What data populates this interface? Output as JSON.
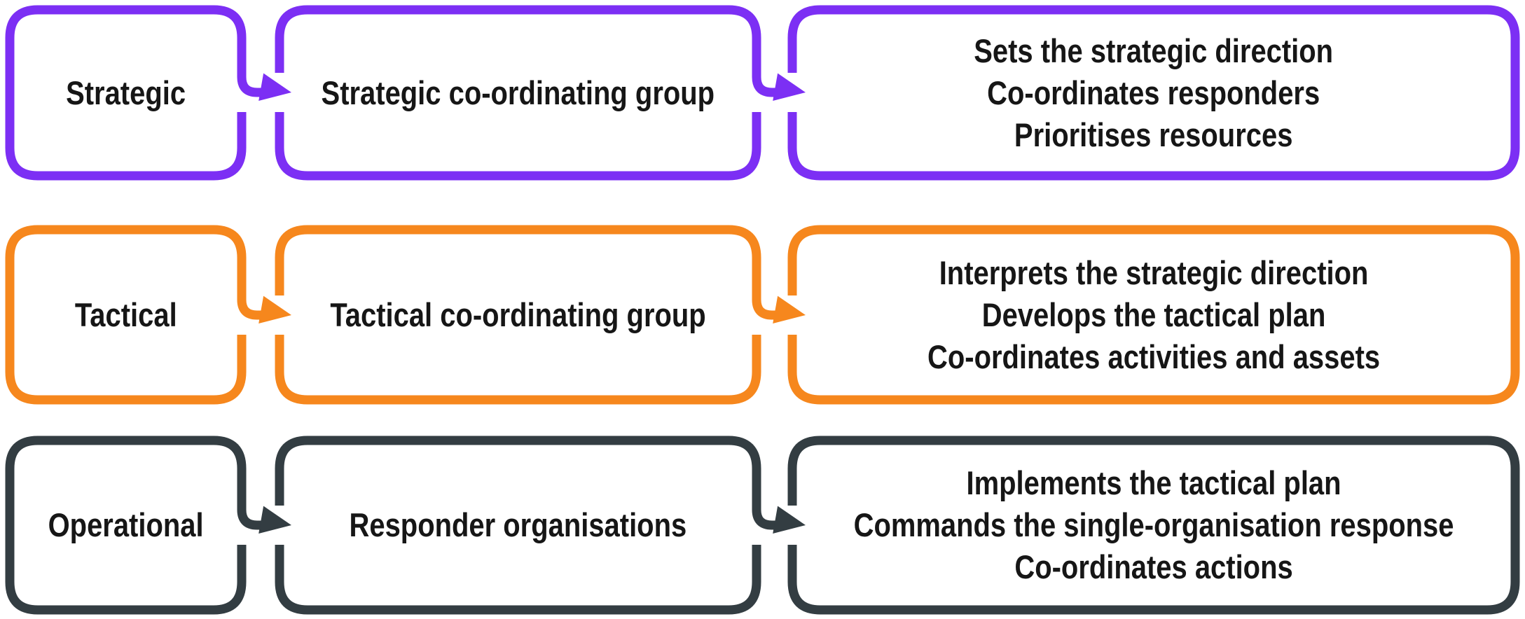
{
  "diagram": {
    "background": "#FFFFFF",
    "text_color": "#161616",
    "rows": [
      {
        "level": "Strategic",
        "group": "Strategic co-ordinating group",
        "functions": [
          "Sets the strategic direction",
          "Co-ordinates responders",
          "Prioritises resources"
        ],
        "color": "#7C2FF4"
      },
      {
        "level": "Tactical",
        "group": "Tactical co-ordinating group",
        "functions": [
          "Interprets the strategic direction",
          "Develops the tactical plan",
          "Co-ordinates activities and assets"
        ],
        "color": "#F6871D"
      },
      {
        "level": "Operational",
        "group": "Responder organisations",
        "functions": [
          "Implements the tactical plan",
          "Commands the single-organisation response",
          "Co-ordinates actions"
        ],
        "color": "#333D42"
      }
    ]
  }
}
